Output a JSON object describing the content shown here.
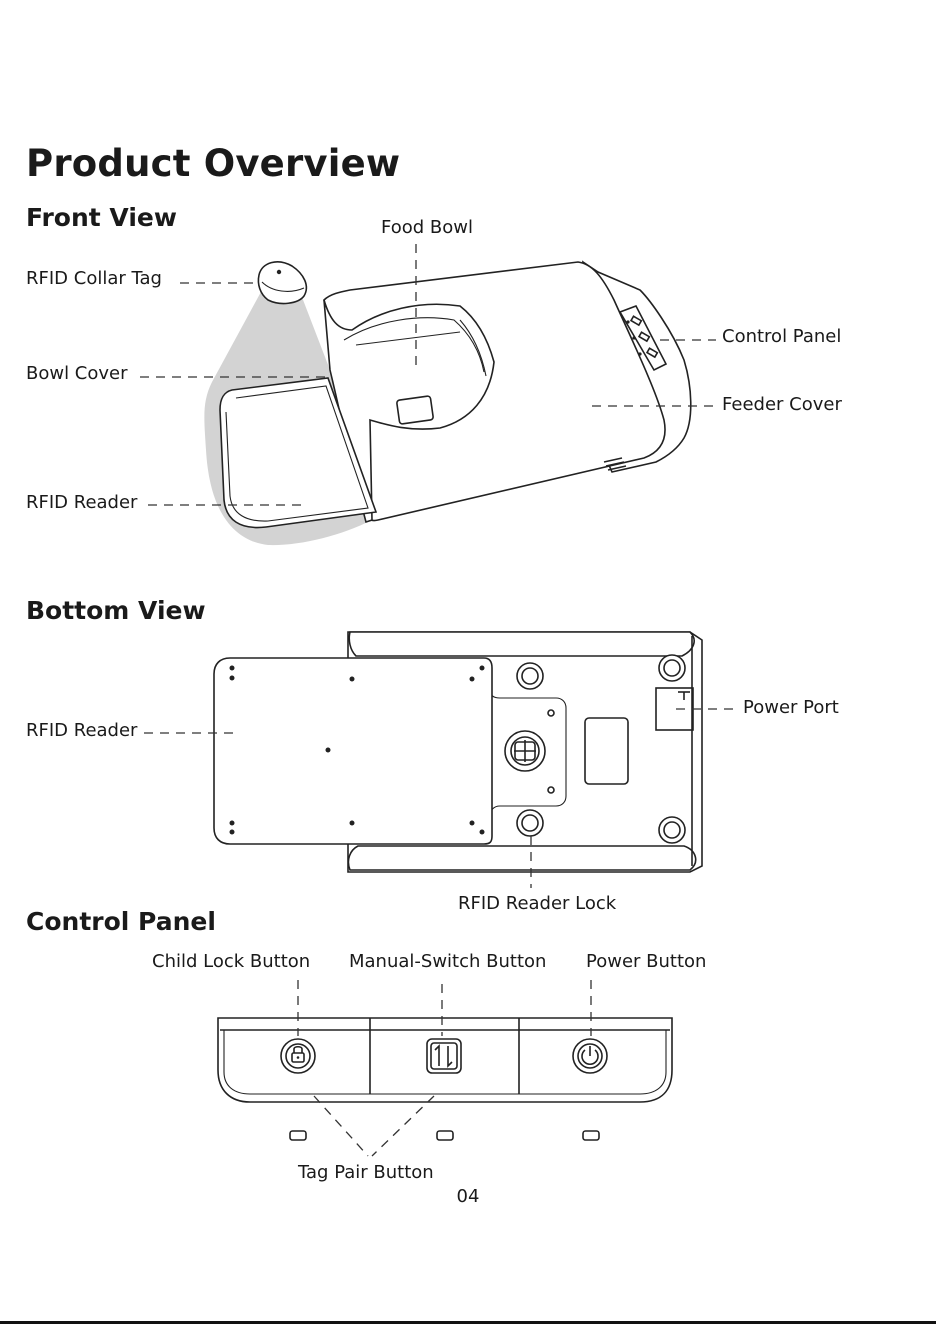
{
  "title": "Product Overview",
  "front_view": {
    "heading": "Front View",
    "labels": {
      "rfid_collar_tag": "RFID Collar Tag",
      "bowl_cover": "Bowl Cover",
      "rfid_reader": "RFID Reader",
      "food_bowl": "Food Bowl",
      "control_panel": "Control Panel",
      "feeder_cover": "Feeder Cover"
    }
  },
  "bottom_view": {
    "heading": "Bottom View",
    "labels": {
      "rfid_reader": "RFID Reader",
      "power_port": "Power Port",
      "rfid_reader_lock": "RFID Reader Lock"
    }
  },
  "control_panel": {
    "heading": "Control Panel",
    "labels": {
      "child_lock_button": "Child Lock Button",
      "manual_switch_button": "Manual-Switch Button",
      "power_button": "Power Button",
      "tag_pair_button": "Tag Pair Button"
    }
  },
  "page_number": "04"
}
